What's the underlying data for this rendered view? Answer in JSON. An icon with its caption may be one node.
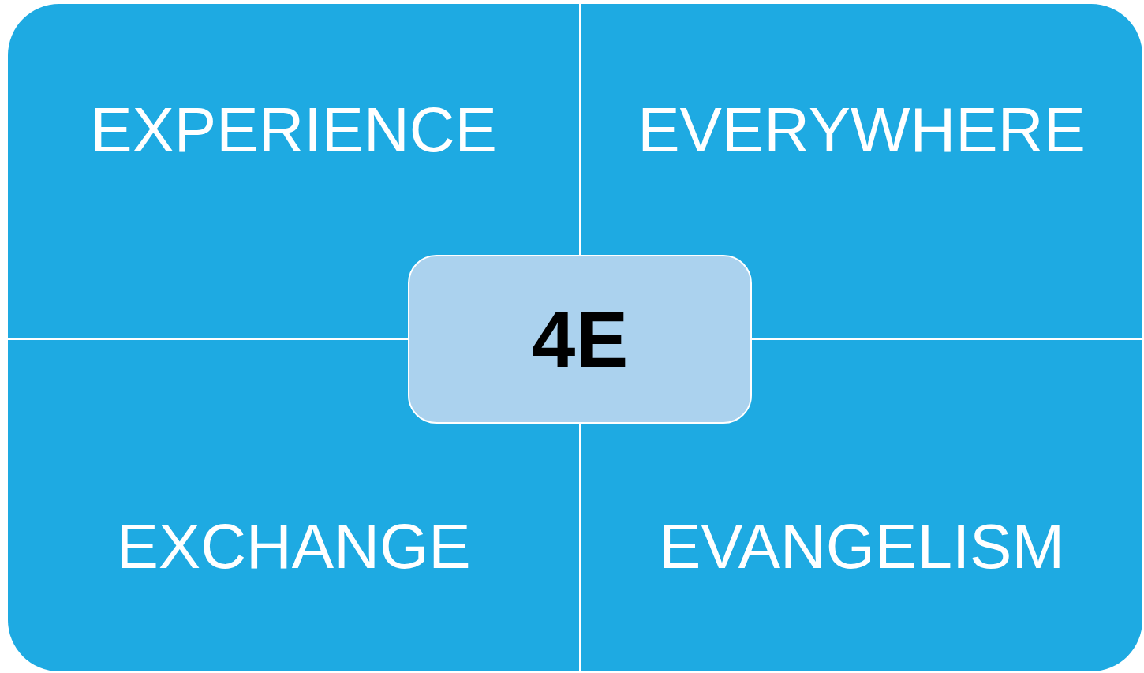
{
  "diagram": {
    "nodes": [
      {
        "text": [
          "EXPERIENCE"
        ]
      },
      {
        "text": [
          "EVERYWHERE"
        ]
      },
      {
        "text": [
          "EXCHANGE"
        ]
      },
      {
        "text": [
          "EVANGELISM"
        ]
      },
      {
        "text": [
          "4E"
        ]
      }
    ]
  }
}
